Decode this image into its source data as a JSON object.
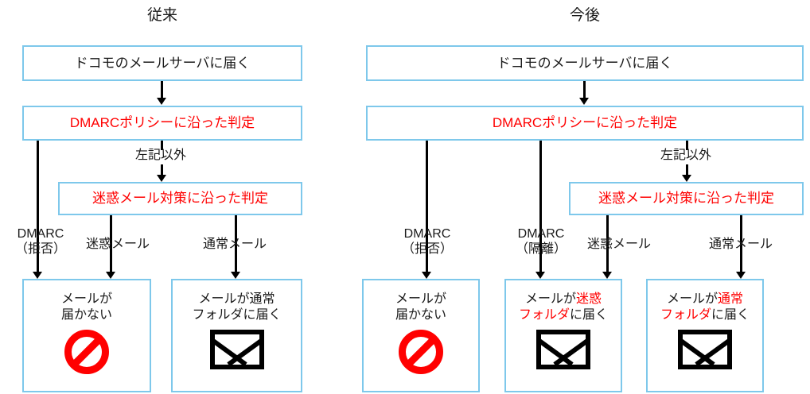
{
  "diagram": {
    "title_left": "従来",
    "title_right": "今後",
    "colors": {
      "box_border": "#7ec8eb",
      "highlight": "#ff0000",
      "text": "#1a1a1a",
      "connector": "#000000"
    }
  },
  "before": {
    "title": "従来",
    "nodes": {
      "inbound": "ドコモのメールサーバに届く",
      "dmarc_policy": "DMARCポリシーに沿った判定",
      "spam_policy": "迷惑メール対策に沿った判定",
      "reject_line1": "メールが",
      "reject_line2": "届かない",
      "normal_line1": "メールが通常",
      "normal_line2": "フォルダに届く"
    },
    "edges": {
      "otherwise": "左記以外",
      "dmarc_reject_line1": "DMARC",
      "dmarc_reject_line2": "（拒否）",
      "spam_mail": "迷惑メール",
      "normal_mail": "通常メール"
    },
    "icons": {
      "blocked": "no-entry-icon",
      "delivered": "envelope-icon"
    }
  },
  "after": {
    "title": "今後",
    "nodes": {
      "inbound": "ドコモのメールサーバに届く",
      "dmarc_policy": "DMARCポリシーに沿った判定",
      "spam_policy": "迷惑メール対策に沿った判定",
      "reject_line1": "メールが",
      "reject_line2": "届かない",
      "quarantine_line1_plain": "メールが",
      "quarantine_line1_hl": "迷惑",
      "quarantine_line2_hl": "フォルダ",
      "quarantine_line2_plain": "に届く",
      "normal_line1_plain": "メールが",
      "normal_line1_hl": "通常",
      "normal_line2_hl": "フォルダ",
      "normal_line2_plain": "に届く"
    },
    "edges": {
      "otherwise": "左記以外",
      "dmarc_reject_line1": "DMARC",
      "dmarc_reject_line2": "（拒否）",
      "dmarc_quarantine_line1": "DMARC",
      "dmarc_quarantine_line2": "（隔離）",
      "spam_mail": "迷惑メール",
      "normal_mail": "通常メール"
    },
    "icons": {
      "blocked": "no-entry-icon",
      "quarantined": "envelope-icon",
      "delivered": "envelope-icon"
    }
  }
}
